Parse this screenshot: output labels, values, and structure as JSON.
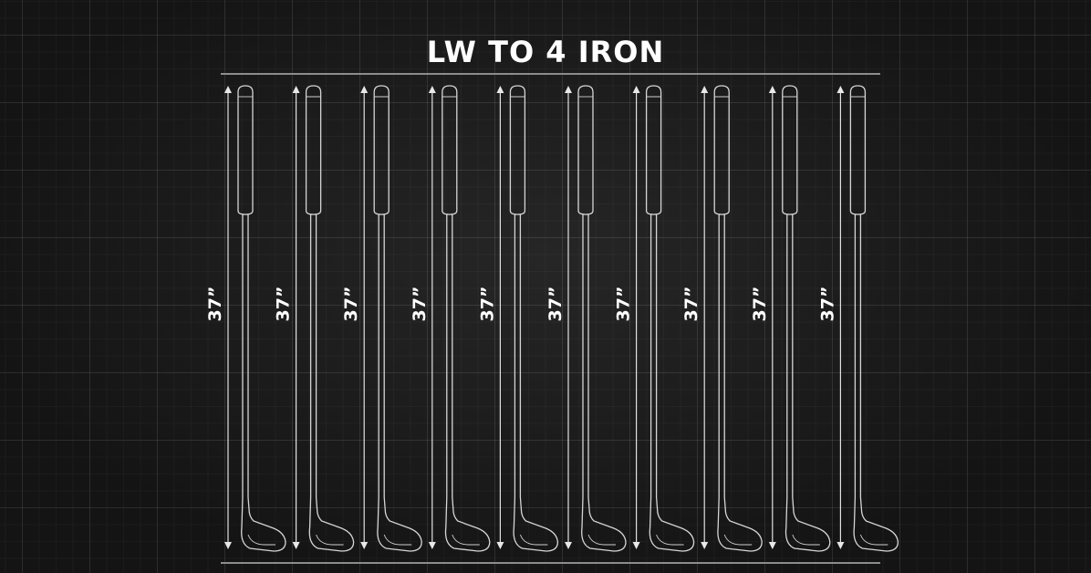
{
  "title": "LW TO 4 IRON",
  "clubs": [
    {
      "length_label": "37”"
    },
    {
      "length_label": "37”"
    },
    {
      "length_label": "37”"
    },
    {
      "length_label": "37”"
    },
    {
      "length_label": "37”"
    },
    {
      "length_label": "37”"
    },
    {
      "length_label": "37”"
    },
    {
      "length_label": "37”"
    },
    {
      "length_label": "37”"
    },
    {
      "length_label": "37”"
    }
  ],
  "colors": {
    "background": "#151515",
    "line": "#d6d6d6",
    "text": "#ffffff"
  },
  "icons": [
    "golf-club-icon",
    "dimension-arrow-icon"
  ]
}
